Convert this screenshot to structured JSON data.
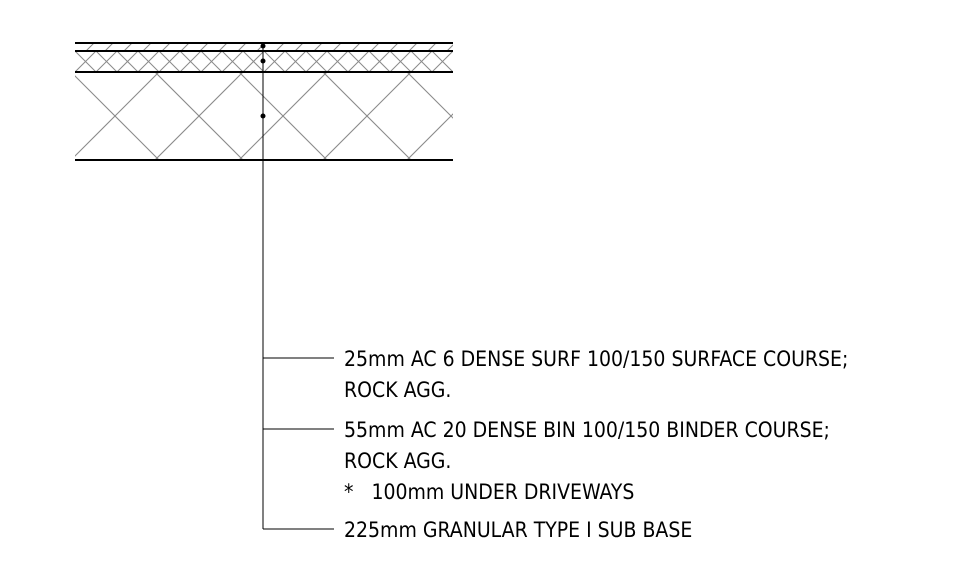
{
  "colors": {
    "line": "#000000",
    "hatch": "#8a8a8a",
    "background": "#ffffff"
  },
  "layers": [
    {
      "name": "surface-course",
      "hatch": "diagonal-single"
    },
    {
      "name": "binder-course",
      "hatch": "diagonal-cross"
    },
    {
      "name": "sub-base",
      "hatch": "diagonal-cross-large"
    }
  ],
  "notes": {
    "surface": {
      "line1": "25mm AC 6 DENSE SURF 100/150 SURFACE COURSE;",
      "line2": "ROCK AGG."
    },
    "binder": {
      "line1": "55mm AC 20 DENSE BIN 100/150 BINDER COURSE;",
      "line2": "ROCK AGG.",
      "line3": "*   100mm UNDER DRIVEWAYS"
    },
    "subbase": {
      "line1": "225mm GRANULAR TYPE I SUB BASE"
    }
  }
}
